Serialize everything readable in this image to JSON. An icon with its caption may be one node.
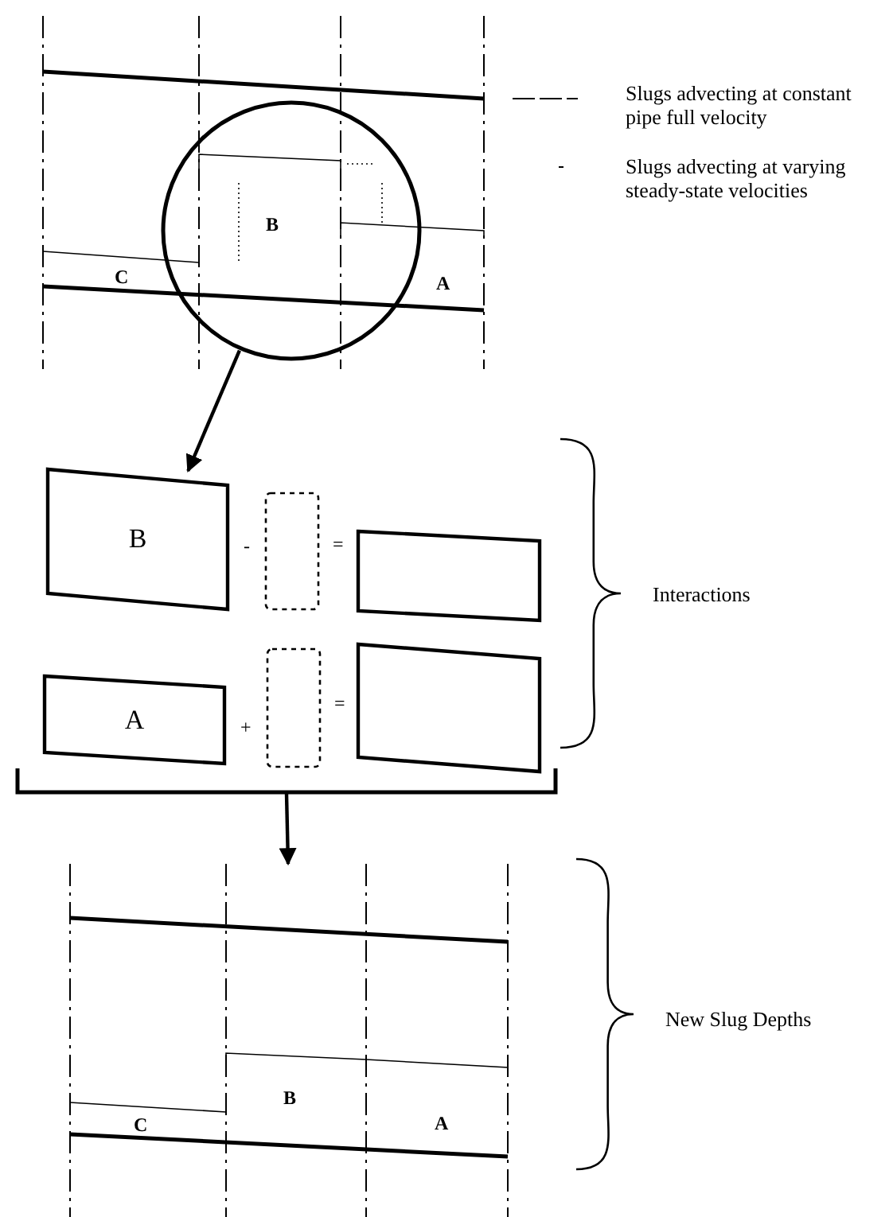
{
  "diagram": {
    "nodes": [
      {
        "text": [],
        "shape": "circle"
      },
      {
        "text": [
          "B"
        ]
      },
      {
        "text": [],
        "shape": "box"
      },
      {
        "text": [],
        "shape": "box"
      },
      {
        "text": [
          "A"
        ]
      },
      {
        "text": [],
        "shape": "box"
      },
      {
        "text": [],
        "shape": "box"
      },
      {
        "text": [],
        "shape": "bar"
      }
    ],
    "edges": [
      {
        "from": 0,
        "to": 1,
        "arrow": "to"
      },
      {
        "from": 7,
        "to": null,
        "arrow": "to"
      }
    ],
    "labels": [
      "B",
      "C",
      "A",
      "-",
      "=",
      "Interactions",
      "+",
      "=",
      "New Slug Depths",
      "B",
      "C",
      "A"
    ],
    "legend": [
      {
        "text": "Slugs advecting at constant pipe full velocity"
      },
      {
        "text": "Slugs advecting at varying steady-state velocities"
      }
    ]
  }
}
